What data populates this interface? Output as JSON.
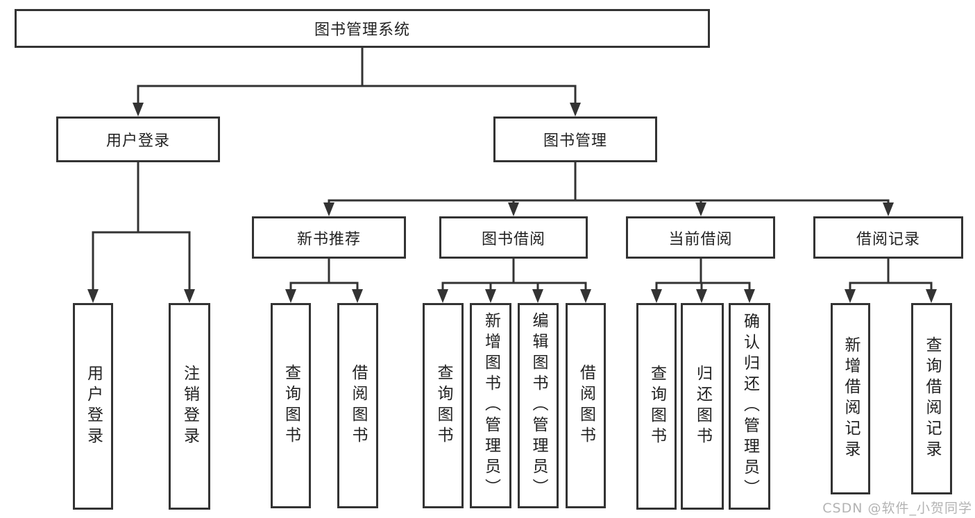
{
  "tree": {
    "root": "图书管理系统",
    "branches": [
      {
        "label": "用户登录",
        "leaves": [
          "用户登录",
          "注销登录"
        ]
      },
      {
        "label": "图书管理",
        "groups": [
          {
            "label": "新书推荐",
            "leaves": [
              "查询图书",
              "借阅图书"
            ]
          },
          {
            "label": "图书借阅",
            "leaves": [
              "查询图书",
              "新增图书（管理员）",
              "编辑图书（管理员）",
              "借阅图书"
            ]
          },
          {
            "label": "当前借阅",
            "leaves": [
              "查询图书",
              "归还图书",
              "确认归还（管理员）"
            ]
          },
          {
            "label": "借阅记录",
            "leaves": [
              "新增借阅记录",
              "查询借阅记录"
            ]
          }
        ]
      }
    ]
  },
  "watermark": "CSDN @软件_小贺同学",
  "colors": {
    "line": "#333333",
    "box_border": "#333333",
    "text": "#222222",
    "watermark": "#b3b3b3",
    "background": "#ffffff"
  }
}
